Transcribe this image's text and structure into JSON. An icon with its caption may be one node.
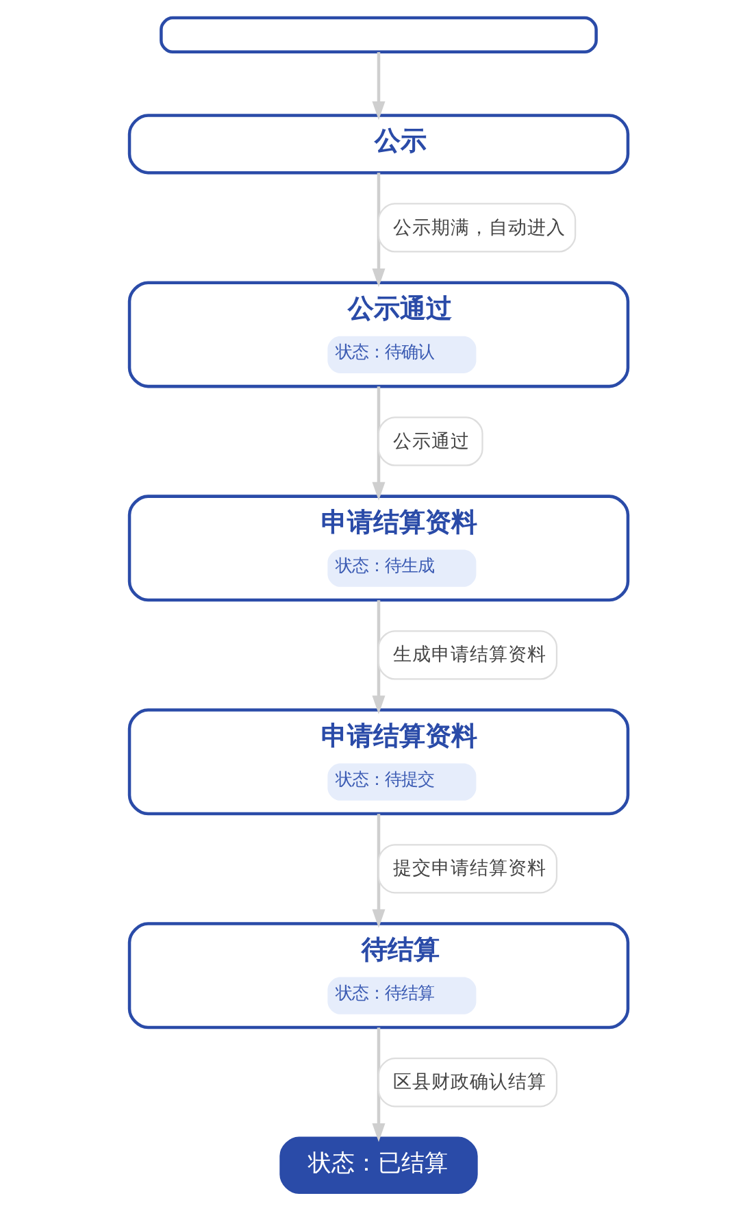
{
  "diagram": {
    "nodes": [
      {
        "text": [],
        "shape": "box"
      },
      {
        "text": [
          "公示"
        ]
      },
      {
        "text": [
          "公示通过",
          "状态：待确认"
        ]
      },
      {
        "text": [
          "申请结算资料",
          "状态：待生成"
        ]
      },
      {
        "text": [
          "申请结算资料",
          "状态：待提交"
        ]
      },
      {
        "text": [
          "待结算",
          "状态：待结算"
        ]
      },
      {
        "text": [
          "状态：已结算"
        ]
      }
    ],
    "edges": [
      {
        "from": 0,
        "to": 1,
        "arrow": "to"
      },
      {
        "from": 1,
        "to": 2,
        "arrow": "to",
        "label": "公示期满，自动进入"
      },
      {
        "from": 2,
        "to": 3,
        "arrow": "to",
        "label": "公示通过"
      },
      {
        "from": 3,
        "to": 4,
        "arrow": "to",
        "label": "生成申请结算资料"
      },
      {
        "from": 4,
        "to": 5,
        "arrow": "to",
        "label": "提交申请结算资料"
      },
      {
        "from": 5,
        "to": 6,
        "arrow": "to",
        "label": "区县财政确认结算"
      }
    ]
  }
}
